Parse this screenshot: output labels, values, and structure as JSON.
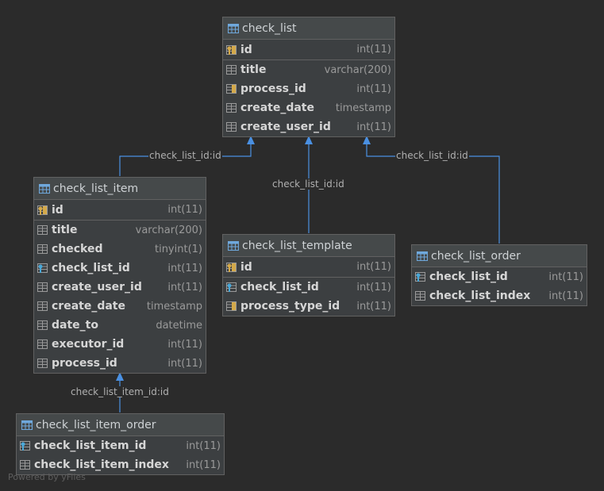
{
  "footer": "Powered by yFiles",
  "icons": {
    "table": "table-icon",
    "primary_key": "primary-key-icon",
    "foreign_key": "foreign-key-icon",
    "column": "column-icon",
    "indexed": "indexed-column-icon"
  },
  "colors": {
    "background": "#2b2b2b",
    "table_bg": "#3c3f41",
    "edge": "#4a90e2",
    "key_gold": "#d4a94a",
    "key_blue": "#4aa8d8"
  },
  "tables": {
    "check_list": {
      "name": "check_list",
      "columns": [
        {
          "name": "id",
          "type": "int(11)"
        },
        {
          "name": "title",
          "type": "varchar(200)"
        },
        {
          "name": "process_id",
          "type": "int(11)"
        },
        {
          "name": "create_date",
          "type": "timestamp"
        },
        {
          "name": "create_user_id",
          "type": "int(11)"
        }
      ]
    },
    "check_list_item": {
      "name": "check_list_item",
      "columns": [
        {
          "name": "id",
          "type": "int(11)"
        },
        {
          "name": "title",
          "type": "varchar(200)"
        },
        {
          "name": "checked",
          "type": "tinyint(1)"
        },
        {
          "name": "check_list_id",
          "type": "int(11)"
        },
        {
          "name": "create_user_id",
          "type": "int(11)"
        },
        {
          "name": "create_date",
          "type": "timestamp"
        },
        {
          "name": "date_to",
          "type": "datetime"
        },
        {
          "name": "executor_id",
          "type": "int(11)"
        },
        {
          "name": "process_id",
          "type": "int(11)"
        }
      ]
    },
    "check_list_template": {
      "name": "check_list_template",
      "columns": [
        {
          "name": "id",
          "type": "int(11)"
        },
        {
          "name": "check_list_id",
          "type": "int(11)"
        },
        {
          "name": "process_type_id",
          "type": "int(11)"
        }
      ]
    },
    "check_list_order": {
      "name": "check_list_order",
      "columns": [
        {
          "name": "check_list_id",
          "type": "int(11)"
        },
        {
          "name": "check_list_index",
          "type": "int(11)"
        }
      ]
    },
    "check_list_item_order": {
      "name": "check_list_item_order",
      "columns": [
        {
          "name": "check_list_item_id",
          "type": "int(11)"
        },
        {
          "name": "check_list_item_index",
          "type": "int(11)"
        }
      ]
    }
  },
  "relations": [
    {
      "label": "check_list_id:id"
    },
    {
      "label": "check_list_id:id"
    },
    {
      "label": "check_list_id:id"
    },
    {
      "label": "check_list_item_id:id"
    }
  ]
}
